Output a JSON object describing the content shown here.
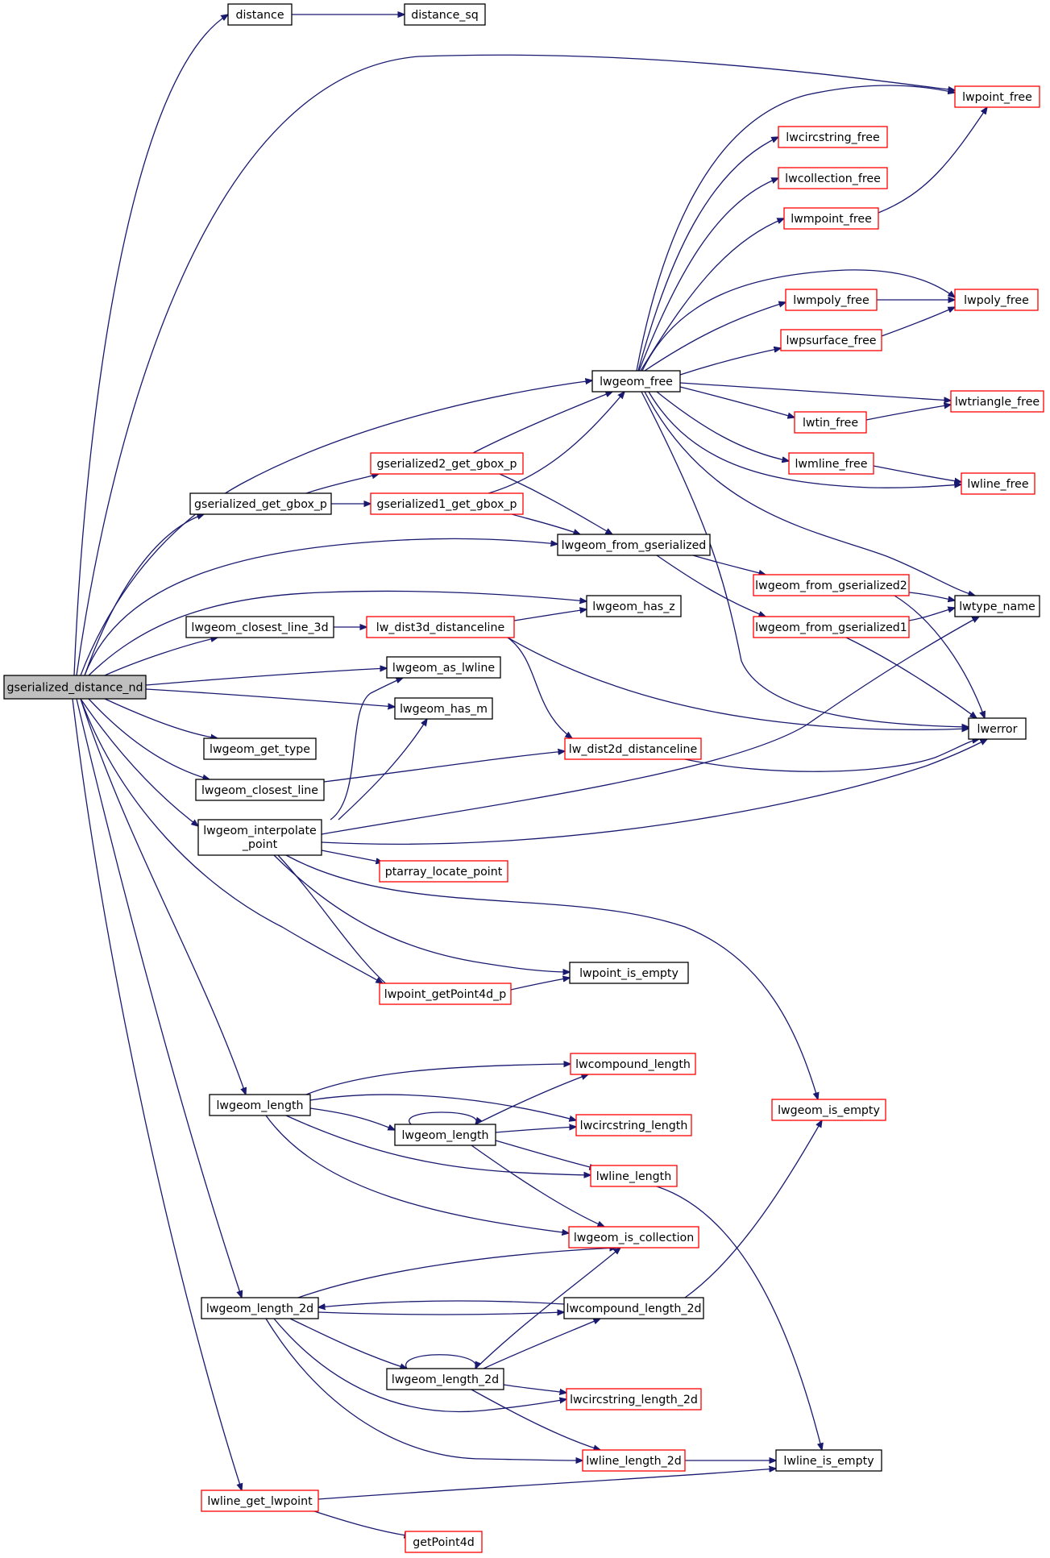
{
  "colors": {
    "edge": "#191970",
    "node_border": "#000000",
    "node_border_truncated": "#ff0000",
    "root_fill": "#bfbfbf",
    "node_fill": "#ffffff"
  },
  "nodes": [
    {
      "id": "root",
      "label": "gserialized_distance_nd",
      "border": "root"
    },
    {
      "id": "distance",
      "label": "distance",
      "border": "black"
    },
    {
      "id": "distance_sq",
      "label": "distance_sq",
      "border": "black"
    },
    {
      "id": "lwpoint_free",
      "label": "lwpoint_free",
      "border": "red"
    },
    {
      "id": "lwcircstring_free",
      "label": "lwcircstring_free",
      "border": "red"
    },
    {
      "id": "lwcollection_free",
      "label": "lwcollection_free",
      "border": "red"
    },
    {
      "id": "lwmpoint_free",
      "label": "lwmpoint_free",
      "border": "red"
    },
    {
      "id": "lwmpoly_free",
      "label": "lwmpoly_free",
      "border": "red"
    },
    {
      "id": "lwpoly_free",
      "label": "lwpoly_free",
      "border": "red"
    },
    {
      "id": "lwpsurface_free",
      "label": "lwpsurface_free",
      "border": "red"
    },
    {
      "id": "lwgeom_free",
      "label": "lwgeom_free",
      "border": "black"
    },
    {
      "id": "lwtriangle_free",
      "label": "lwtriangle_free",
      "border": "red"
    },
    {
      "id": "lwtin_free",
      "label": "lwtin_free",
      "border": "red"
    },
    {
      "id": "gserialized2_get_gbox_p",
      "label": "gserialized2_get_gbox_p",
      "border": "red"
    },
    {
      "id": "lwmline_free",
      "label": "lwmline_free",
      "border": "red"
    },
    {
      "id": "gserialized_get_gbox_p",
      "label": "gserialized_get_gbox_p",
      "border": "black"
    },
    {
      "id": "gserialized1_get_gbox_p",
      "label": "gserialized1_get_gbox_p",
      "border": "red"
    },
    {
      "id": "lwline_free",
      "label": "lwline_free",
      "border": "red"
    },
    {
      "id": "lwgeom_from_gserialized",
      "label": "lwgeom_from_gserialized",
      "border": "black"
    },
    {
      "id": "lwgeom_from_gserialized2",
      "label": "lwgeom_from_gserialized2",
      "border": "red"
    },
    {
      "id": "lwgeom_has_z",
      "label": "lwgeom_has_z",
      "border": "black"
    },
    {
      "id": "lwtype_name",
      "label": "lwtype_name",
      "border": "black"
    },
    {
      "id": "lwgeom_closest_line_3d",
      "label": "lwgeom_closest_line_3d",
      "border": "black"
    },
    {
      "id": "lw_dist3d_distanceline",
      "label": "lw_dist3d_distanceline",
      "border": "red"
    },
    {
      "id": "lwgeom_from_gserialized1",
      "label": "lwgeom_from_gserialized1",
      "border": "red"
    },
    {
      "id": "lwgeom_as_lwline",
      "label": "lwgeom_as_lwline",
      "border": "black"
    },
    {
      "id": "lwgeom_has_m",
      "label": "lwgeom_has_m",
      "border": "black"
    },
    {
      "id": "lwerror",
      "label": "lwerror",
      "border": "black"
    },
    {
      "id": "lwgeom_get_type",
      "label": "lwgeom_get_type",
      "border": "black"
    },
    {
      "id": "lw_dist2d_distanceline",
      "label": "lw_dist2d_distanceline",
      "border": "red"
    },
    {
      "id": "lwgeom_closest_line",
      "label": "lwgeom_closest_line",
      "border": "black"
    },
    {
      "id": "lwgeom_interpolate_point",
      "label": "lwgeom_interpolate\n_point",
      "border": "black"
    },
    {
      "id": "ptarray_locate_point",
      "label": "ptarray_locate_point",
      "border": "red"
    },
    {
      "id": "lwpoint_is_empty",
      "label": "lwpoint_is_empty",
      "border": "black"
    },
    {
      "id": "lwpoint_getPoint4d_p",
      "label": "lwpoint_getPoint4d_p",
      "border": "red"
    },
    {
      "id": "lwcompound_length",
      "label": "lwcompound_length",
      "border": "red"
    },
    {
      "id": "lwgeom_length_outer",
      "label": "lwgeom_length",
      "border": "black"
    },
    {
      "id": "lwgeom_is_empty",
      "label": "lwgeom_is_empty",
      "border": "red"
    },
    {
      "id": "lwcircstring_length",
      "label": "lwcircstring_length",
      "border": "red"
    },
    {
      "id": "lwgeom_length_inner",
      "label": "lwgeom_length",
      "border": "black"
    },
    {
      "id": "lwline_length",
      "label": "lwline_length",
      "border": "red"
    },
    {
      "id": "lwgeom_is_collection",
      "label": "lwgeom_is_collection",
      "border": "red"
    },
    {
      "id": "lwgeom_length_2d_outer",
      "label": "lwgeom_length_2d",
      "border": "black"
    },
    {
      "id": "lwcompound_length_2d",
      "label": "lwcompound_length_2d",
      "border": "black"
    },
    {
      "id": "lwgeom_length_2d_inner",
      "label": "lwgeom_length_2d",
      "border": "black"
    },
    {
      "id": "lwcircstring_length_2d",
      "label": "lwcircstring_length_2d",
      "border": "red"
    },
    {
      "id": "lwline_length_2d",
      "label": "lwline_length_2d",
      "border": "red"
    },
    {
      "id": "lwline_is_empty",
      "label": "lwline_is_empty",
      "border": "black"
    },
    {
      "id": "lwline_get_lwpoint",
      "label": "lwline_get_lwpoint",
      "border": "red"
    },
    {
      "id": "getPoint4d",
      "label": "getPoint4d",
      "border": "red"
    }
  ],
  "edges": [
    [
      "root",
      "distance"
    ],
    [
      "distance",
      "distance_sq"
    ],
    [
      "root",
      "lwpoint_free"
    ],
    [
      "root",
      "lwgeom_free"
    ],
    [
      "lwgeom_free",
      "lwpoint_free"
    ],
    [
      "lwgeom_free",
      "lwcircstring_free"
    ],
    [
      "lwgeom_free",
      "lwcollection_free"
    ],
    [
      "lwgeom_free",
      "lwmpoint_free"
    ],
    [
      "lwmpoint_free",
      "lwpoint_free"
    ],
    [
      "lwgeom_free",
      "lwmpoly_free"
    ],
    [
      "lwgeom_free",
      "lwpoly_free"
    ],
    [
      "lwmpoly_free",
      "lwpoly_free"
    ],
    [
      "lwgeom_free",
      "lwpsurface_free"
    ],
    [
      "lwpsurface_free",
      "lwpoly_free"
    ],
    [
      "lwgeom_free",
      "lwtriangle_free"
    ],
    [
      "lwgeom_free",
      "lwtin_free"
    ],
    [
      "lwtin_free",
      "lwtriangle_free"
    ],
    [
      "lwgeom_free",
      "lwmline_free"
    ],
    [
      "lwmline_free",
      "lwline_free"
    ],
    [
      "lwgeom_free",
      "lwline_free"
    ],
    [
      "lwgeom_free",
      "lwtype_name"
    ],
    [
      "lwgeom_free",
      "lwerror"
    ],
    [
      "root",
      "gserialized_get_gbox_p"
    ],
    [
      "gserialized_get_gbox_p",
      "gserialized2_get_gbox_p"
    ],
    [
      "gserialized_get_gbox_p",
      "gserialized1_get_gbox_p"
    ],
    [
      "gserialized2_get_gbox_p",
      "lwgeom_free"
    ],
    [
      "gserialized2_get_gbox_p",
      "lwgeom_from_gserialized"
    ],
    [
      "gserialized1_get_gbox_p",
      "lwgeom_free"
    ],
    [
      "gserialized1_get_gbox_p",
      "lwgeom_from_gserialized"
    ],
    [
      "root",
      "lwgeom_from_gserialized"
    ],
    [
      "lwgeom_from_gserialized",
      "lwgeom_from_gserialized2"
    ],
    [
      "lwgeom_from_gserialized",
      "lwgeom_from_gserialized1"
    ],
    [
      "lwgeom_from_gserialized2",
      "lwtype_name"
    ],
    [
      "lwgeom_from_gserialized2",
      "lwerror"
    ],
    [
      "lwgeom_from_gserialized1",
      "lwtype_name"
    ],
    [
      "lwgeom_from_gserialized1",
      "lwerror"
    ],
    [
      "root",
      "lwgeom_has_z"
    ],
    [
      "root",
      "lwgeom_closest_line_3d"
    ],
    [
      "lwgeom_closest_line_3d",
      "lw_dist3d_distanceline"
    ],
    [
      "lw_dist3d_distanceline",
      "lwgeom_has_z"
    ],
    [
      "lw_dist3d_distanceline",
      "lw_dist2d_distanceline"
    ],
    [
      "lw_dist3d_distanceline",
      "lwerror"
    ],
    [
      "root",
      "lwgeom_as_lwline"
    ],
    [
      "root",
      "lwgeom_has_m"
    ],
    [
      "root",
      "lwgeom_get_type"
    ],
    [
      "root",
      "lwgeom_closest_line"
    ],
    [
      "lwgeom_closest_line",
      "lw_dist2d_distanceline"
    ],
    [
      "lw_dist2d_distanceline",
      "lwerror"
    ],
    [
      "root",
      "lwgeom_interpolate_point"
    ],
    [
      "lwgeom_interpolate_point",
      "lwgeom_as_lwline"
    ],
    [
      "lwgeom_interpolate_point",
      "lwgeom_has_m"
    ],
    [
      "lwgeom_interpolate_point",
      "lwtype_name"
    ],
    [
      "lwgeom_interpolate_point",
      "lwerror"
    ],
    [
      "lwgeom_interpolate_point",
      "ptarray_locate_point"
    ],
    [
      "lwgeom_interpolate_point",
      "lwgeom_is_empty"
    ],
    [
      "lwgeom_interpolate_point",
      "lwpoint_is_empty"
    ],
    [
      "lwgeom_interpolate_point",
      "lwpoint_getPoint4d_p"
    ],
    [
      "root",
      "lwpoint_getPoint4d_p"
    ],
    [
      "lwpoint_getPoint4d_p",
      "lwpoint_is_empty"
    ],
    [
      "root",
      "lwgeom_length_outer"
    ],
    [
      "lwgeom_length_outer",
      "lwcompound_length"
    ],
    [
      "lwgeom_length_outer",
      "lwcircstring_length"
    ],
    [
      "lwgeom_length_outer",
      "lwgeom_length_inner"
    ],
    [
      "lwgeom_length_outer",
      "lwline_length"
    ],
    [
      "lwgeom_length_outer",
      "lwgeom_is_collection"
    ],
    [
      "lwgeom_length_inner",
      "lwgeom_length_inner"
    ],
    [
      "lwgeom_length_inner",
      "lwcompound_length"
    ],
    [
      "lwgeom_length_inner",
      "lwcircstring_length"
    ],
    [
      "lwgeom_length_inner",
      "lwline_length"
    ],
    [
      "lwgeom_length_inner",
      "lwgeom_is_collection"
    ],
    [
      "lwline_length",
      "lwline_is_empty"
    ],
    [
      "root",
      "lwgeom_length_2d_outer"
    ],
    [
      "lwgeom_length_2d_outer",
      "lwgeom_is_collection"
    ],
    [
      "lwgeom_length_2d_outer",
      "lwcompound_length_2d"
    ],
    [
      "lwcompound_length_2d",
      "lwgeom_length_2d_outer"
    ],
    [
      "lwcompound_length_2d",
      "lwgeom_is_empty"
    ],
    [
      "lwgeom_length_2d_outer",
      "lwgeom_length_2d_inner"
    ],
    [
      "lwgeom_length_2d_outer",
      "lwcircstring_length_2d"
    ],
    [
      "lwgeom_length_2d_outer",
      "lwline_length_2d"
    ],
    [
      "lwgeom_length_2d_inner",
      "lwgeom_length_2d_inner"
    ],
    [
      "lwgeom_length_2d_inner",
      "lwgeom_is_collection"
    ],
    [
      "lwgeom_length_2d_inner",
      "lwcompound_length_2d"
    ],
    [
      "lwgeom_length_2d_inner",
      "lwcircstring_length_2d"
    ],
    [
      "lwgeom_length_2d_inner",
      "lwline_length_2d"
    ],
    [
      "lwline_length_2d",
      "lwline_is_empty"
    ],
    [
      "root",
      "lwline_get_lwpoint"
    ],
    [
      "lwline_get_lwpoint",
      "lwline_is_empty"
    ],
    [
      "lwline_get_lwpoint",
      "getPoint4d"
    ]
  ]
}
